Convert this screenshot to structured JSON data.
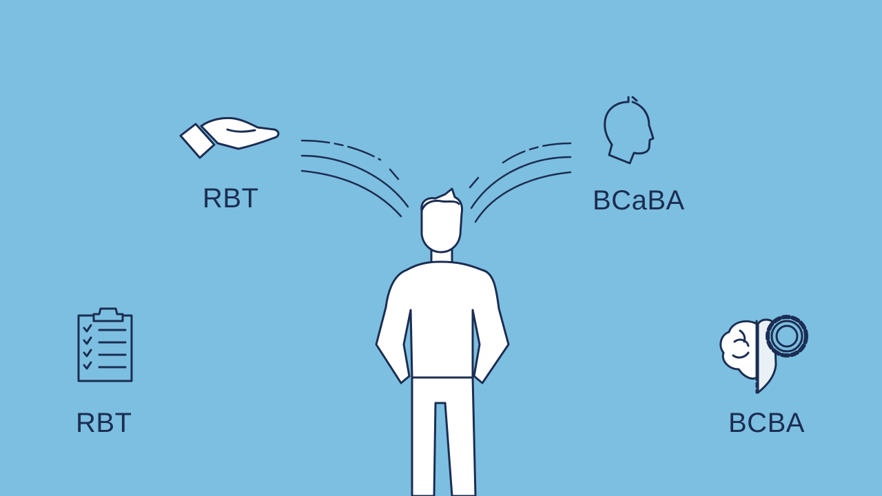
{
  "labels": {
    "rbt_top": "RBT",
    "bcaba": "BCaBA",
    "rbt_bottom": "RBT",
    "bcba": "BCBA"
  },
  "icons": {
    "rbt_top": "open-hand-icon",
    "bcaba": "head-profile-icon",
    "rbt_bottom": "clipboard-checklist-icon",
    "bcba": "brain-gear-icon",
    "center": "standing-person-figure"
  },
  "colors": {
    "background": "#7dbfe0",
    "line": "#1b2d52",
    "figure_fill": "#ffffff"
  }
}
